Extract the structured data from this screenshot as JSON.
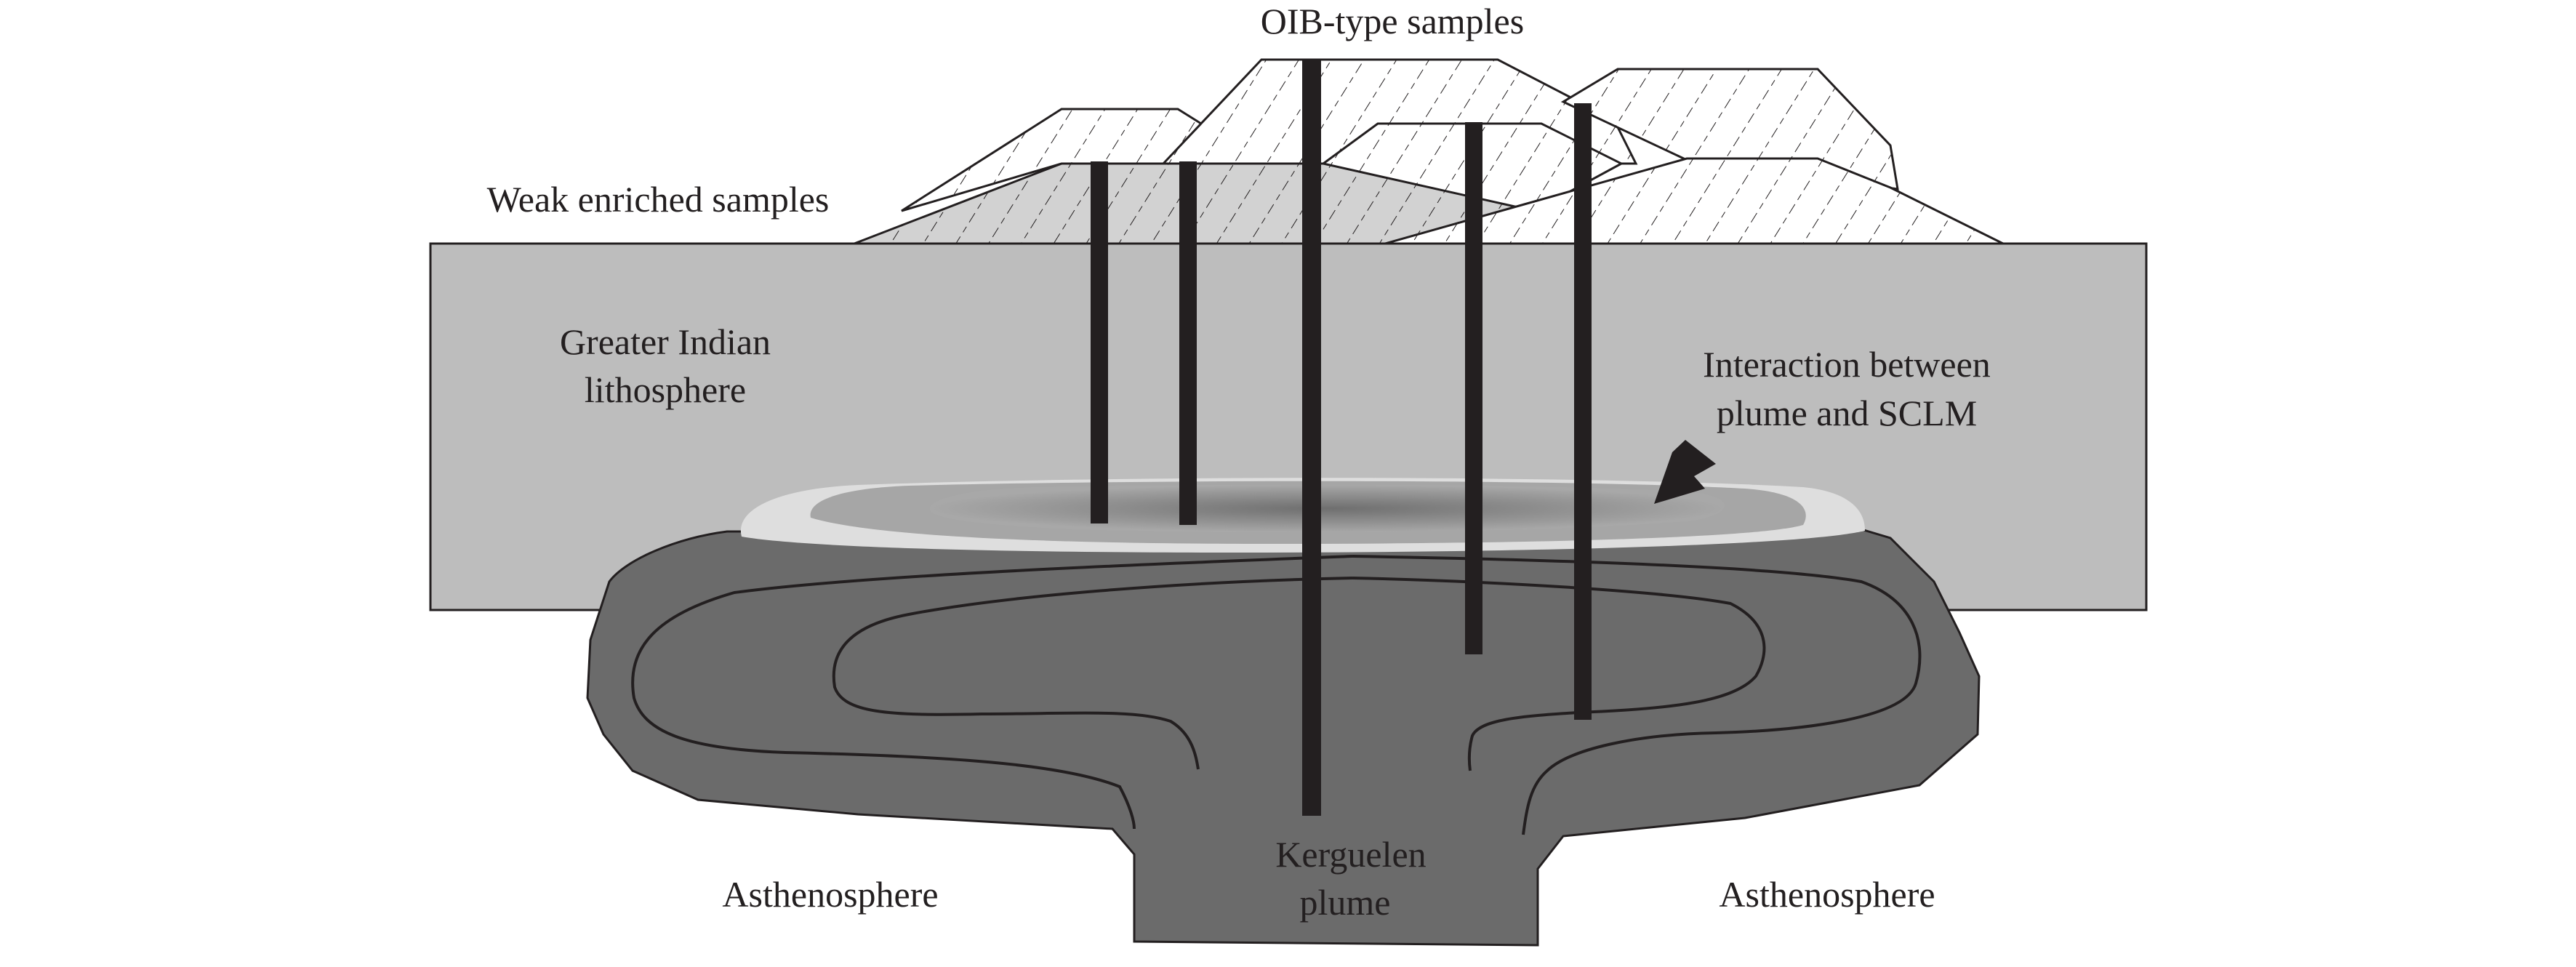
{
  "labels": {
    "oib_samples": "OIB-type samples",
    "weak_enriched_samples": "Weak enriched samples",
    "greater_indian_line1": "Greater Indian",
    "greater_indian_line2": "lithosphere",
    "interaction_line1": "Interaction between",
    "interaction_line2": "plume and SCLM",
    "kerguelen_line1": "Kerguelen",
    "kerguelen_line2": "plume",
    "asthenosphere_left": "Asthenosphere",
    "asthenosphere_right": "Asthenosphere"
  },
  "colors": {
    "lithosphere": "#bdbdbd",
    "plume": "#6b6b6b",
    "interaction_halo": "#dedede",
    "interaction_core": "#8a8a8a",
    "weak_enriched_fill": "#d2d2d2",
    "conduit": "#231f20",
    "outline": "#231f20"
  }
}
